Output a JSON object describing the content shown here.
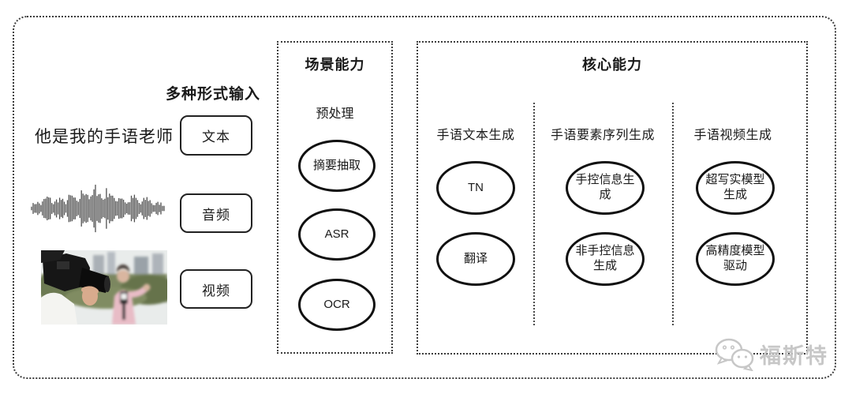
{
  "input": {
    "label": "多种形式输入",
    "sentence": "他是我的手语老师",
    "boxes": [
      "文本",
      "音频",
      "视频"
    ]
  },
  "scene": {
    "title": "场景能力",
    "subtitle": "预处理",
    "nodes": [
      "摘要抽取",
      "ASR",
      "OCR"
    ]
  },
  "core": {
    "title": "核心能力",
    "columns": [
      {
        "header": "手语文本生成",
        "nodes": [
          "TN",
          "翻译"
        ]
      },
      {
        "header": "手语要素序列生成",
        "nodes": [
          "手控信息生成",
          "非手控信息生成"
        ]
      },
      {
        "header": "手语视频生成",
        "nodes": [
          "超写实模型生成",
          "高精度模型驱动"
        ]
      }
    ]
  },
  "watermark": {
    "text": "福斯特"
  },
  "colors": {
    "stroke": "#101010",
    "dotted_border": "#3c3c3c",
    "watermark_gray": "#c7c7c7",
    "waveform": "#3c3c3c"
  }
}
